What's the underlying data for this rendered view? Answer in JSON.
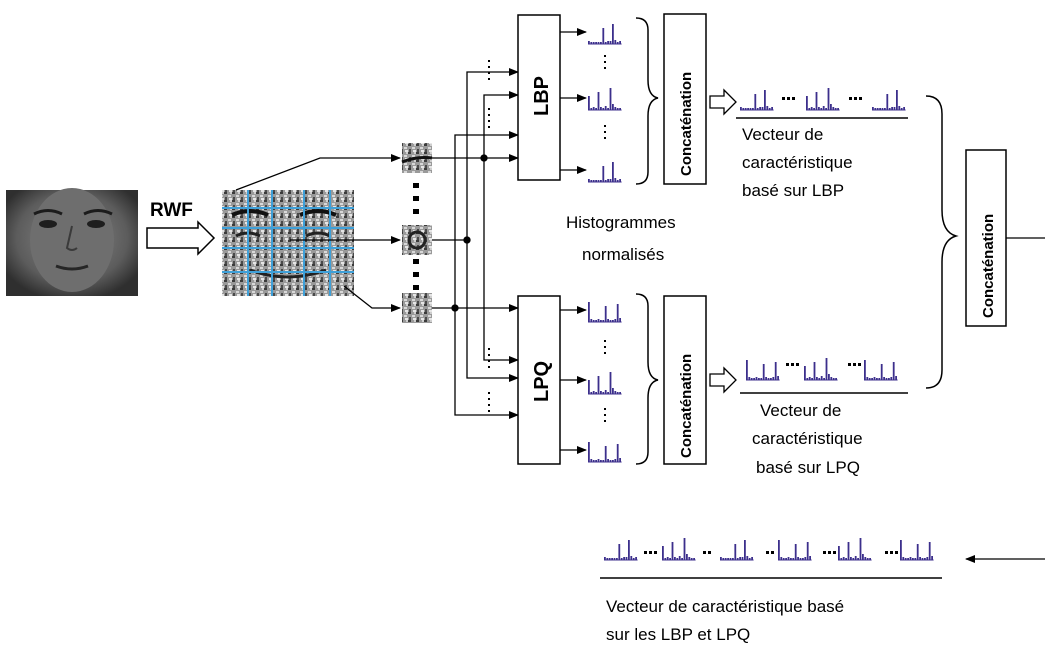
{
  "labels": {
    "rwf": "RWF",
    "lbp": "LBP",
    "lpq": "LPQ",
    "concat_lbp": "Concaténation",
    "concat_lpq": "Concaténation",
    "concat_final": "Concaténation",
    "hist_norm_1": "Histogrammes",
    "hist_norm_2": "normalisés",
    "vec_lbp_1": "Vecteur de",
    "vec_lbp_2": "caractéristique",
    "vec_lbp_3": "basé sur LBP",
    "vec_lpq_1": "Vecteur de",
    "vec_lpq_2": "caractéristique",
    "vec_lpq_3": "basé sur LPQ",
    "vec_final_1": "Vecteur de caractéristique basé",
    "vec_final_2": "sur les LBP et LPQ"
  },
  "colors": {
    "histogram": "#3c2f8c",
    "grid": "#3fa0d8",
    "line": "#000000"
  },
  "icons": {
    "face": "face-photo",
    "rwf_image": "filtered-face-grid",
    "patch": "image-patch",
    "histogram": "histogram-icon",
    "brace": "curly-brace"
  }
}
